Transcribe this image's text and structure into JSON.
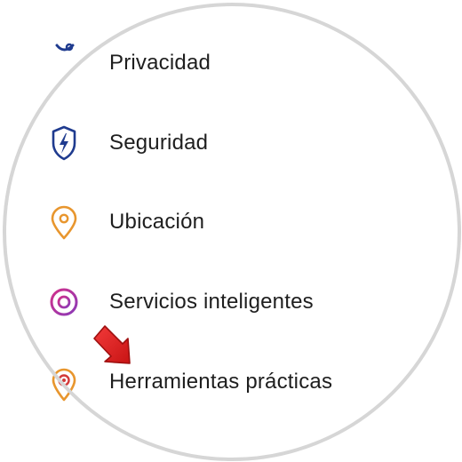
{
  "menu": {
    "items": [
      {
        "label": "Privacidad",
        "icon": "privacy-icon",
        "color": "#1f3b8f"
      },
      {
        "label": "Seguridad",
        "icon": "shield-lightning-icon",
        "color": "#1f3b8f"
      },
      {
        "label": "Ubicación",
        "icon": "location-pin-icon",
        "color": "#e8962e"
      },
      {
        "label": "Servicios inteligentes",
        "icon": "smart-services-icon",
        "color": "#b3338f"
      },
      {
        "label": "Herramientas prácticas",
        "icon": "tools-icon",
        "color": "#e06a2a"
      }
    ]
  },
  "annotation": {
    "icon": "red-arrow-icon",
    "color": "#e02020"
  }
}
